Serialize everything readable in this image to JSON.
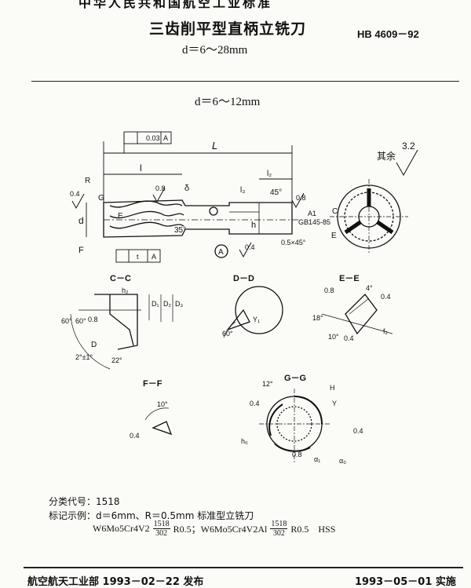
{
  "header": {
    "cut_line": "中华人民共和国航空工业标准",
    "title": "三齿削平型直柄立铣刀",
    "standard_no": "HB 4609－92",
    "range": "d＝6～28mm"
  },
  "section": {
    "subtitle": "d＝6～12mm"
  },
  "drawing": {
    "tolerance_top": [
      "0.03",
      "A"
    ],
    "tolerance_bottom": [
      "t",
      "A"
    ],
    "dim_L": "L",
    "dim_l": "l",
    "dim_l2": "l₂",
    "dim_l3": "l₃",
    "dim_d": "d",
    "dim_h": "h",
    "dim_delta": "δ",
    "angle_45": "45°",
    "angle_35": "35°",
    "rough_04": "0.4",
    "rough_08": "0.8",
    "radius": "R",
    "label_A": "A",
    "label_A1": "A1",
    "gb": "GB145-85",
    "chamfer": "0.5×45°",
    "label_F": "F",
    "label_G": "G",
    "label_E": "E",
    "label_C": "C",
    "other_roughness": "3.2",
    "other_text": "其余",
    "sec_cc": "C－C",
    "sec_dd": "D－D",
    "sec_ee": "E－E",
    "sec_ff": "F－F",
    "sec_gg": "G－G",
    "cc_labels": [
      "h₂",
      "D₁",
      "D₂",
      "D₃",
      "60°",
      "60°",
      "0.8",
      "D",
      "2°±1°",
      "22°"
    ],
    "dd_labels": [
      "Y₁",
      "60°"
    ],
    "ee_labels": [
      "0.8",
      "4°",
      "0.4",
      "18°",
      "10°",
      "0.4",
      "f₂"
    ],
    "ff_labels": [
      "10°",
      "0.4"
    ],
    "gg_labels": [
      "12°",
      "H",
      "Y",
      "0.4",
      "0.4",
      "h₀",
      "0.8",
      "α₁",
      "α₀"
    ]
  },
  "info": {
    "classification": "分类代号：1518",
    "example": "标记示例：d＝6mm、R＝0.5mm 标准型立铣刀",
    "mat1": "W6Mo5Cr4V2",
    "num": "1518",
    "den": "302",
    "r1": "R0.5；W6Mo5Cr4V2Al",
    "r2": "R0.5　HSS"
  },
  "footer": {
    "issuer": "航空航天工业部 1993－02－22 发布",
    "effective": "1993－05－01 实施"
  }
}
